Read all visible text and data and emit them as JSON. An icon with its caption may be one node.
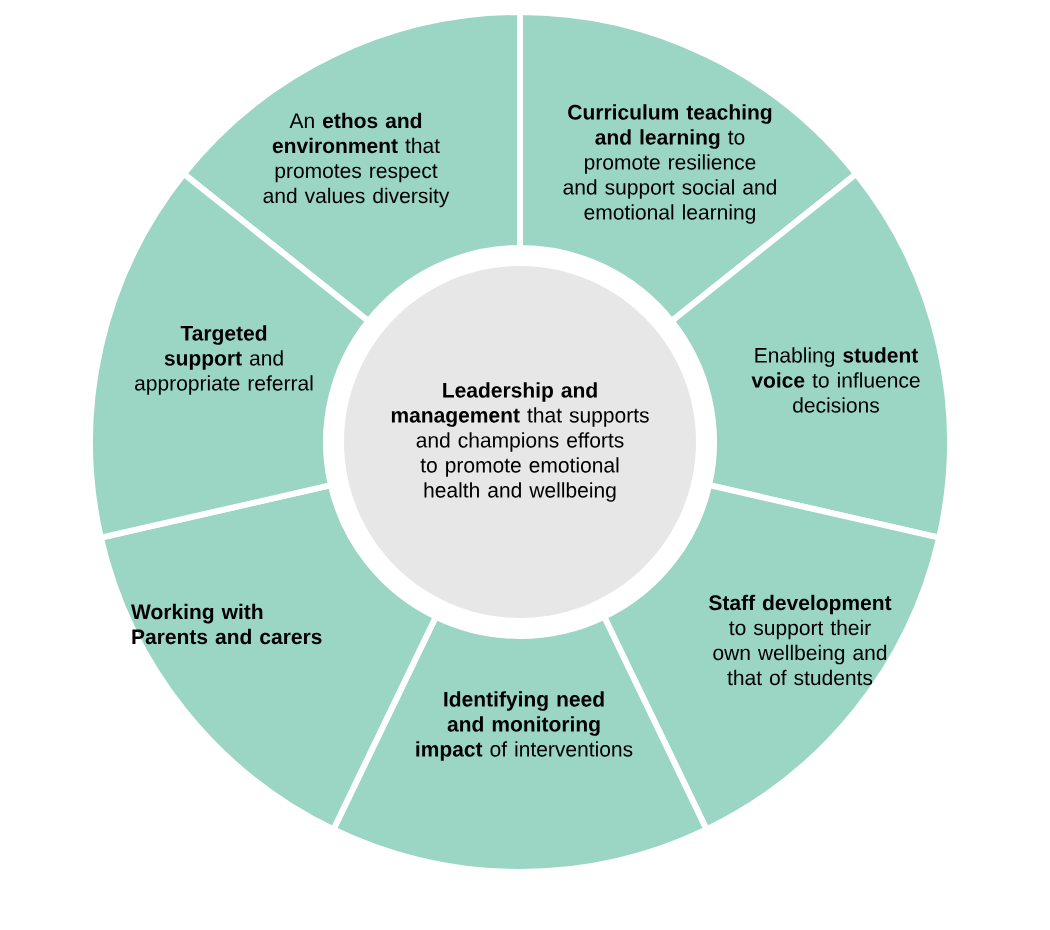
{
  "diagram": {
    "nodes": [
      {
        "text": [
          "**Leadership and management** that supports and champions efforts to promote emotional health and wellbeing"
        ]
      },
      {
        "text": [
          "An **ethos and environment** that promotes respect and values diversity"
        ]
      },
      {
        "text": [
          "**Curriculum teaching and learning** to promote resilience and support social and emotional learning"
        ]
      },
      {
        "text": [
          "Enabling **student voice** to influence decisions"
        ]
      },
      {
        "text": [
          "**Staff development** to support their own wellbeing and that of students"
        ]
      },
      {
        "text": [
          "**Identifying need and monitoring impact** of interventions"
        ]
      },
      {
        "text": [
          "**Working with Parents and carers**"
        ]
      },
      {
        "text": [
          "**Targeted support** and appropriate referral"
        ]
      }
    ]
  }
}
